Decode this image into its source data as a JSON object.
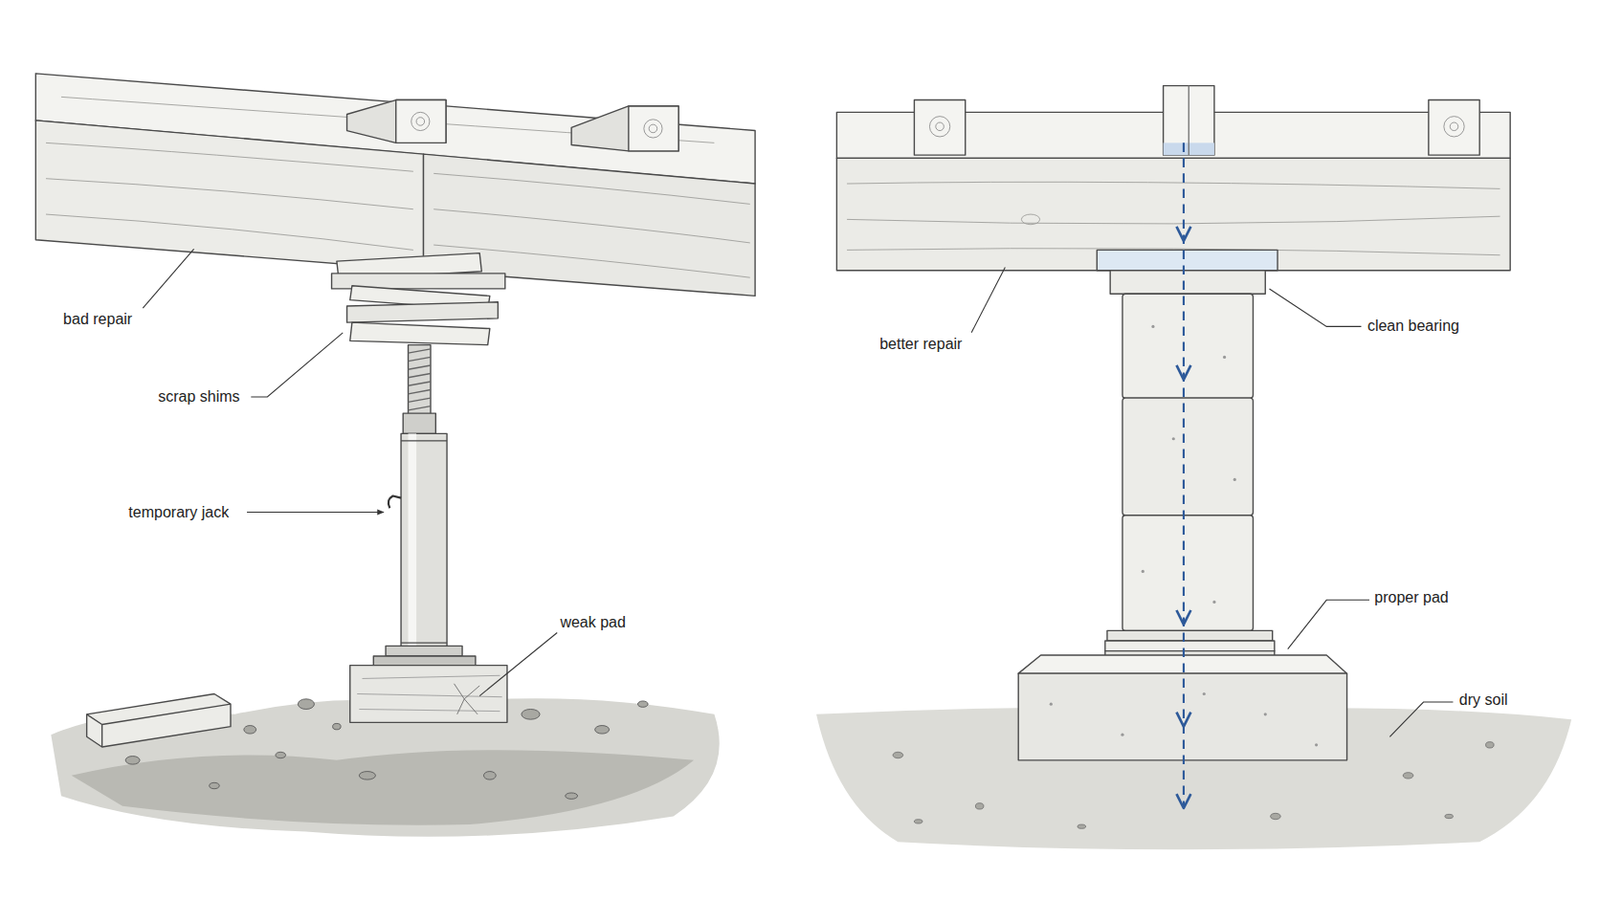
{
  "diagram": {
    "labels": [
      "bad repair",
      "scrap shims",
      "temporary jack",
      "weak pad",
      "better repair",
      "clean bearing",
      "proper pad",
      "dry soil"
    ]
  }
}
